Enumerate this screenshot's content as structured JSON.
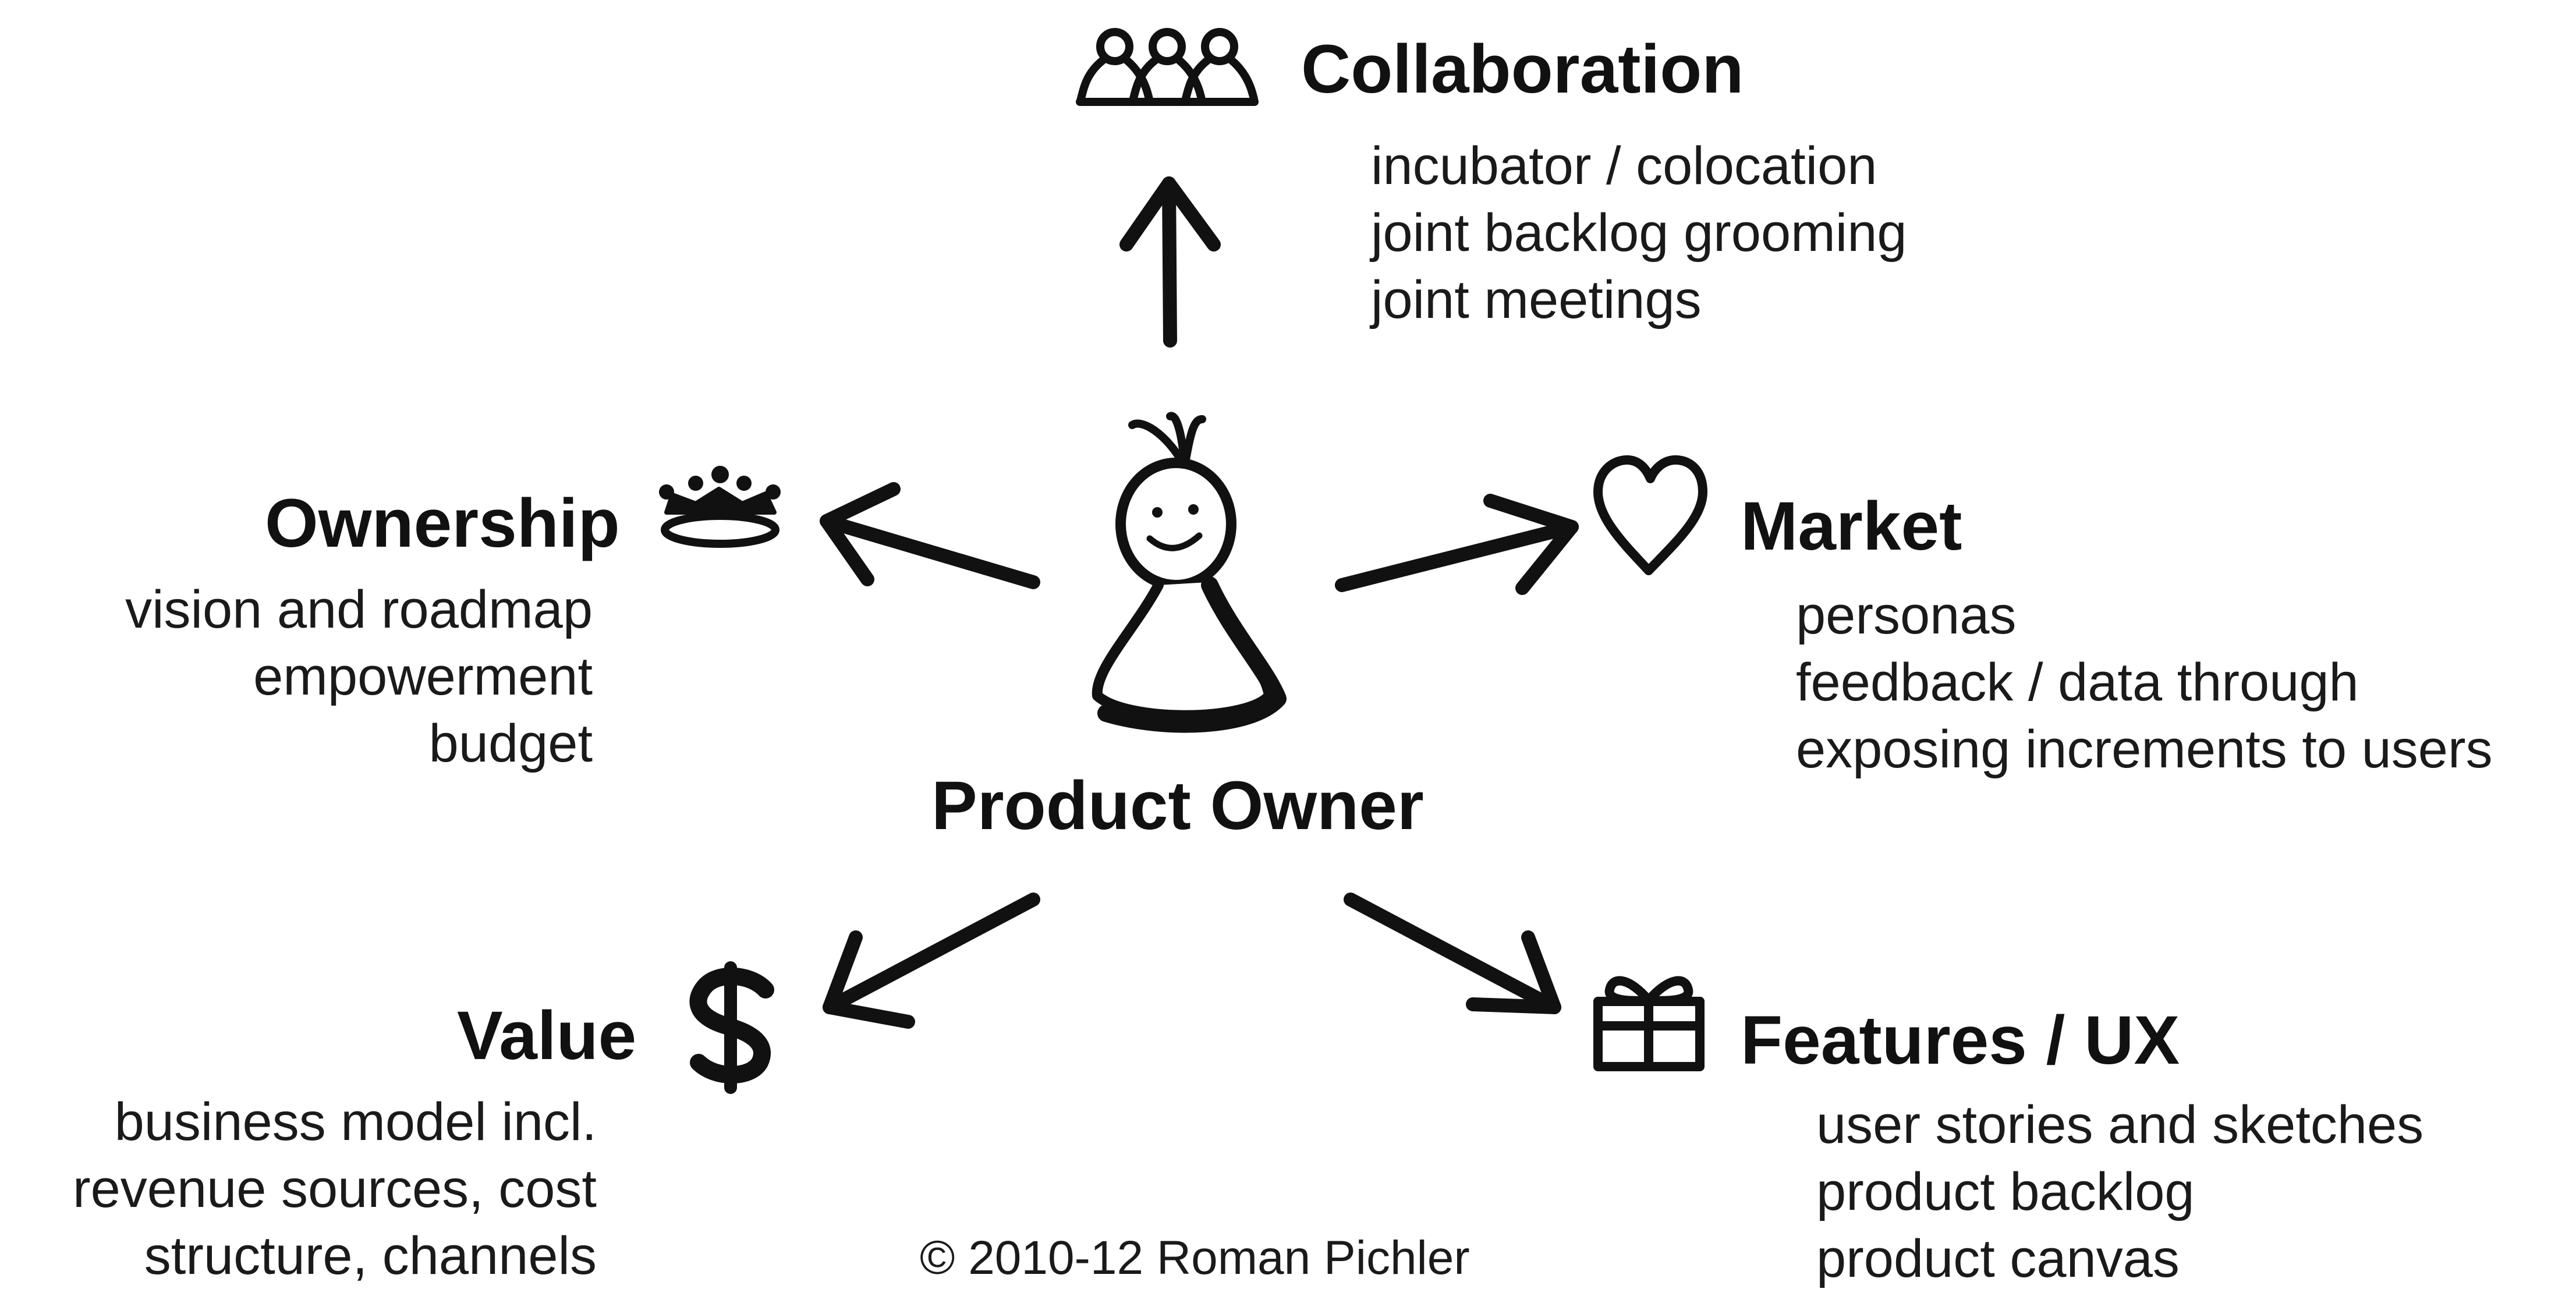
{
  "center": {
    "label": "Product Owner"
  },
  "branches": {
    "collaboration": {
      "title": "Collaboration",
      "icon": "people-group-icon",
      "items": [
        "incubator / colocation",
        "joint backlog grooming",
        "joint meetings"
      ]
    },
    "ownership": {
      "title": "Ownership",
      "icon": "crown-icon",
      "items": [
        "vision and roadmap",
        "empowerment",
        "budget"
      ]
    },
    "market": {
      "title": "Market",
      "icon": "heart-icon",
      "items": [
        "personas",
        "feedback / data through",
        "exposing increments to users"
      ]
    },
    "value": {
      "title": "Value",
      "icon": "dollar-icon",
      "items": [
        "business model incl.",
        "revenue sources, cost",
        "structure, channels"
      ]
    },
    "features": {
      "title": "Features / UX",
      "icon": "gift-icon",
      "items": [
        "user stories and sketches",
        "product backlog",
        "product canvas"
      ]
    }
  },
  "copyright": "© 2010-12 Roman Pichler"
}
